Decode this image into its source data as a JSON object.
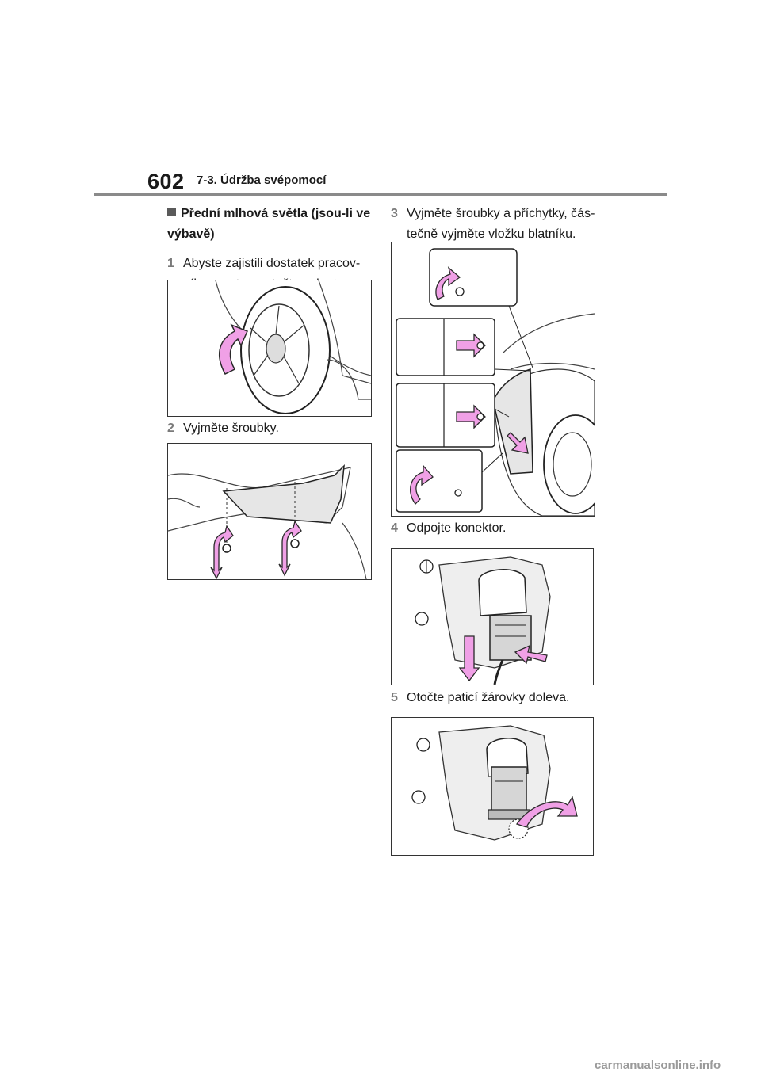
{
  "header": {
    "page_number": "602",
    "section": "7-3. Údržba svépomocí"
  },
  "section_heading": "Přední mlhová světla (jsou-li ve výbavě)",
  "steps": [
    {
      "num": "1",
      "text": "Abyste zajistili dostatek pracov-ního prostoru, otočte volantem."
    },
    {
      "num": "2",
      "text": "Vyjměte šroubky."
    },
    {
      "num": "3",
      "text": "Vyjměte šroubky a příchytky, čás-tečně vyjměte vložku blatníku."
    },
    {
      "num": "4",
      "text": "Odpojte konektor."
    },
    {
      "num": "5",
      "text": "Otočte paticí žárovky doleva."
    }
  ],
  "colors": {
    "arrow_fill": "#f0a0e6",
    "arrow_stroke": "#2a2a2a",
    "rule": "#8a8a8a",
    "step_number": "#7a7a7a"
  },
  "icons": [
    "pink-arrow-icon",
    "square-bullet-icon"
  ],
  "watermark": "carmanualsonline.info"
}
